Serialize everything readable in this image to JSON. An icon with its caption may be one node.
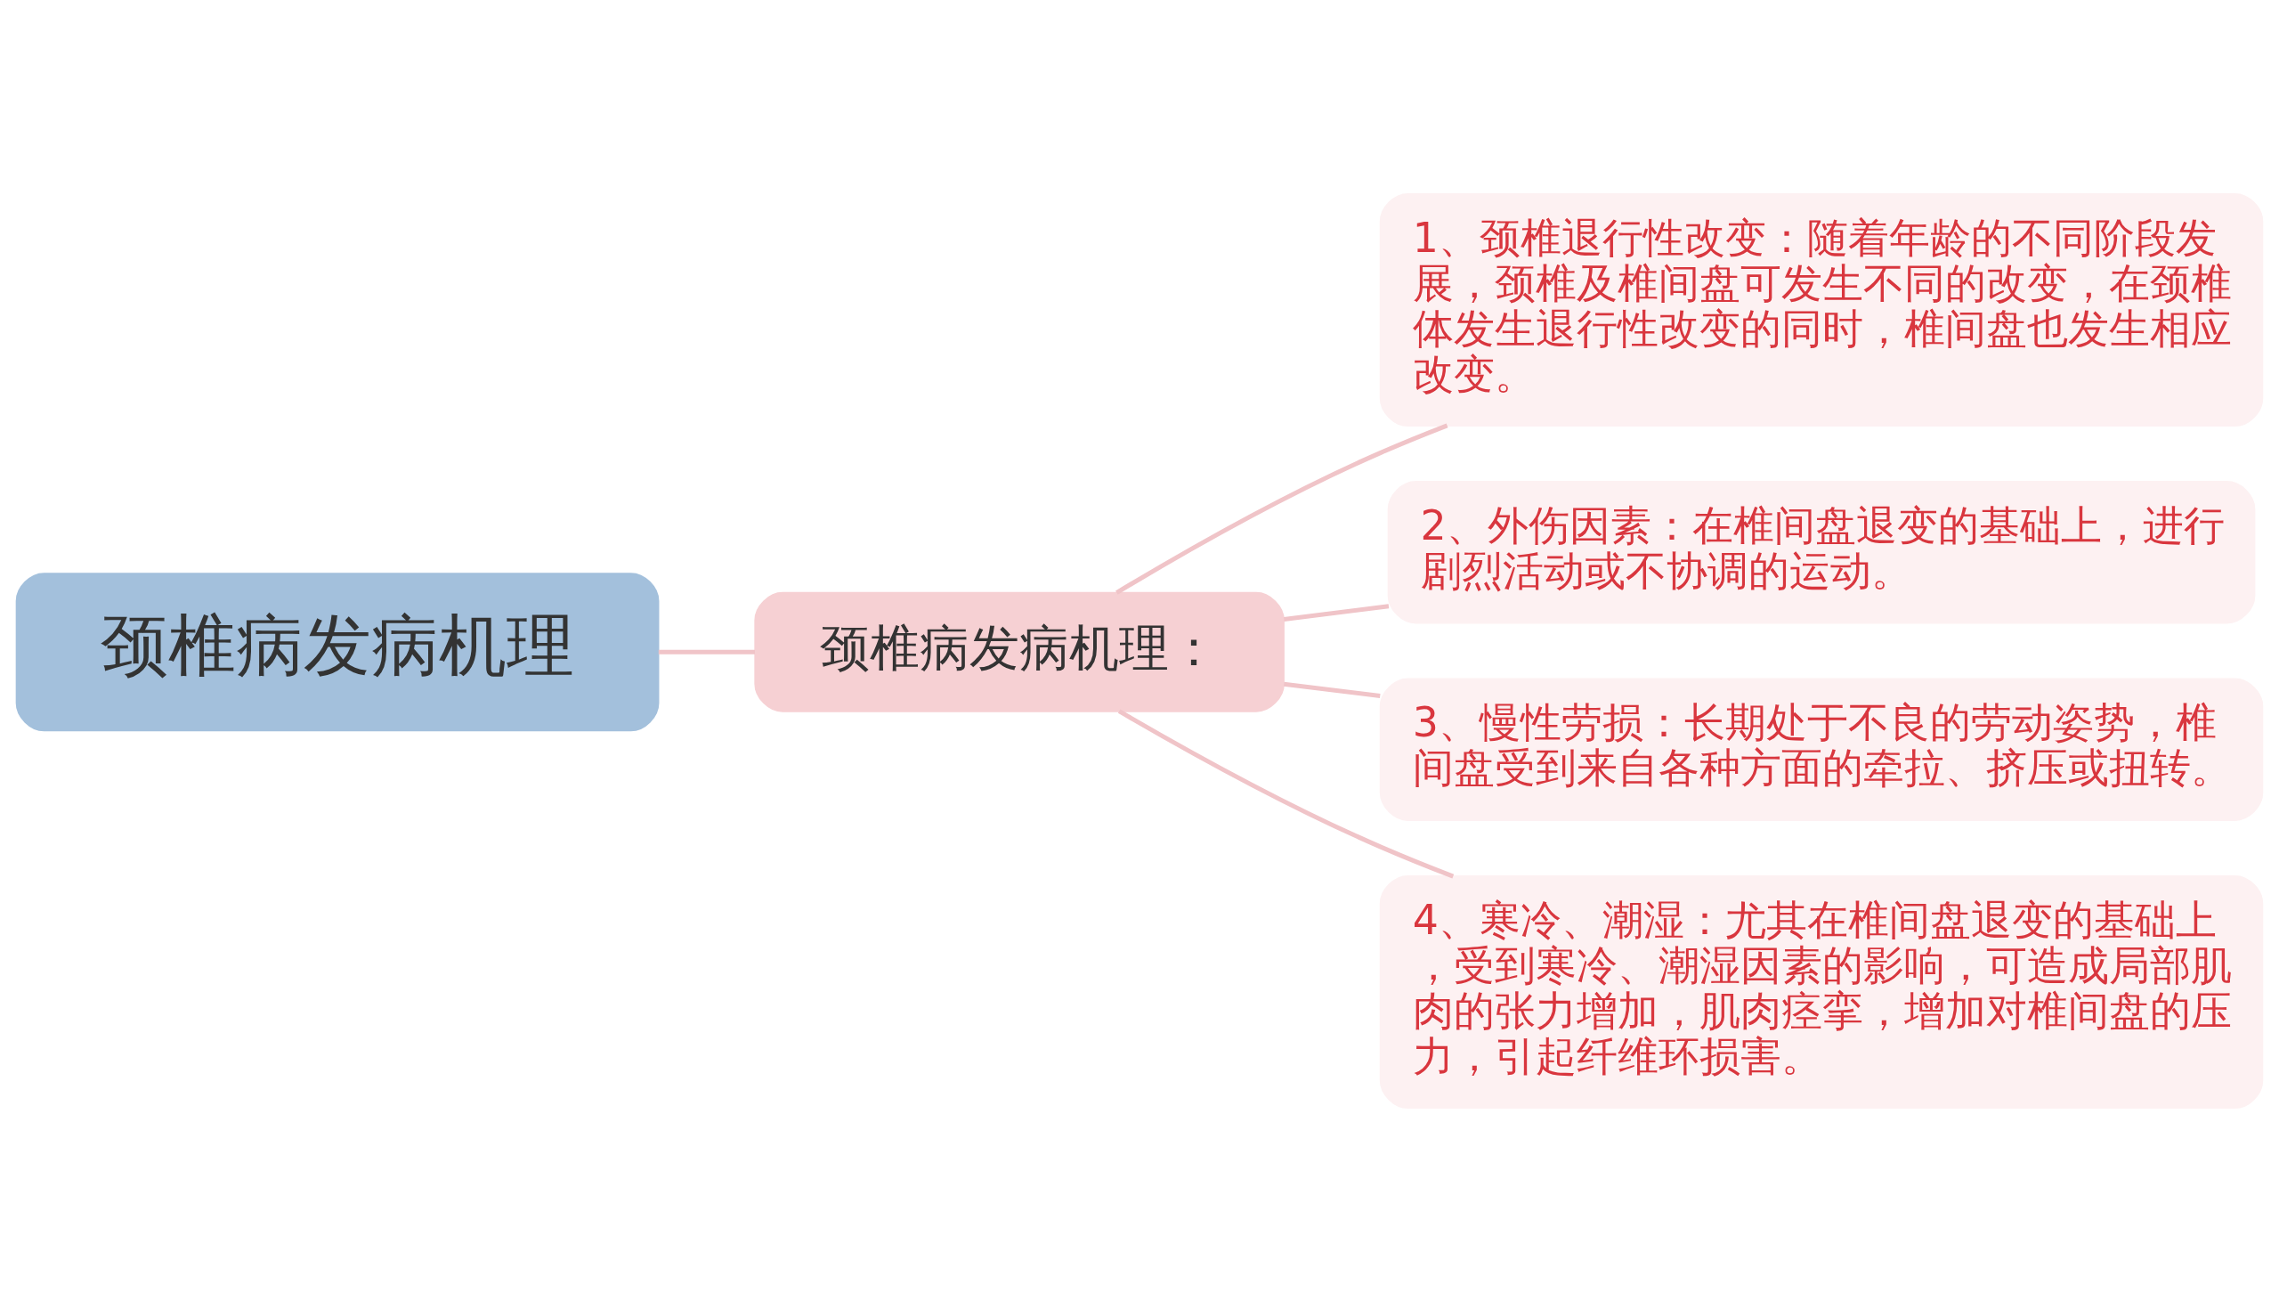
{
  "diagram": {
    "nodes": [
      {
        "text": [
          "颈椎病发病机理"
        ]
      },
      {
        "text": [
          "颈椎病发病机理："
        ]
      },
      {
        "text": [
          "1、颈椎退行性改变：随着年龄的不同阶段发展，颈椎及椎间盘可发生不同的改变，在颈椎体发生退行性改变的同时，椎间盘也发生相应改变。"
        ]
      },
      {
        "text": [
          "2、外伤因素：在椎间盘退变的基础上，进行剧烈活动或不协调的运动。"
        ]
      },
      {
        "text": [
          "3、慢性劳损：长期处于不良的劳动姿势，椎间盘受到来自各种方面的牵拉、挤压或扭转。"
        ]
      },
      {
        "text": [
          "4、寒冷、潮湿：尤其在椎间盘退变的基础上，受到寒冷、潮湿因素的影响，可造成局部肌肉的张力增加，肌肉痉挛，增加对椎间盘的压力，引起纤维环损害。"
        ]
      }
    ],
    "edges": [
      {
        "from": 0,
        "to": 1,
        "arrow": "none"
      },
      {
        "from": 1,
        "to": 2,
        "arrow": "none"
      },
      {
        "from": 1,
        "to": 3,
        "arrow": "none"
      },
      {
        "from": 1,
        "to": 4,
        "arrow": "none"
      },
      {
        "from": 1,
        "to": 5,
        "arrow": "none"
      }
    ]
  }
}
